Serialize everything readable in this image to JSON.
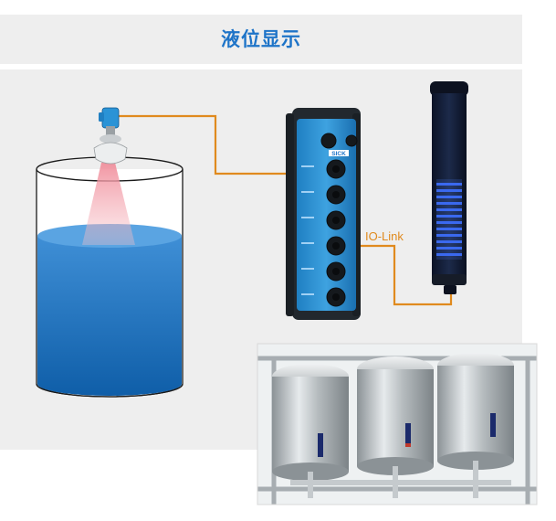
{
  "header": {
    "title": "液位显示"
  },
  "diagram": {
    "connection_label": "IO-Link",
    "module_brand": "SICK",
    "colors": {
      "accent": "#1e74c8",
      "cable": "#e08a1e",
      "module": "#2a8fd0",
      "liquid": "#1a6fbf",
      "beam": "#f2a0a8"
    }
  },
  "photo": {
    "tank_count": 3
  }
}
